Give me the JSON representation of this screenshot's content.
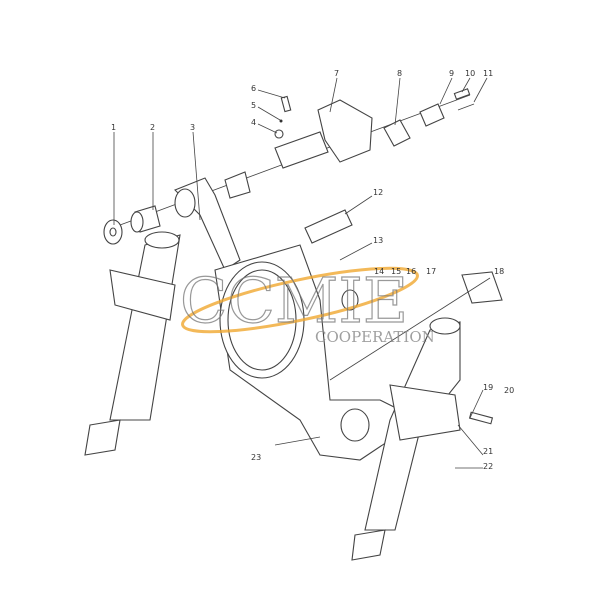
{
  "diagram": {
    "title": "Steering knuckle / axle support exploded parts diagram",
    "callouts": [
      "1",
      "2",
      "3",
      "4",
      "5",
      "6",
      "7",
      "8",
      "9",
      "10",
      "11",
      "12",
      "13",
      "14",
      "15",
      "16",
      "17",
      "18",
      "19",
      "20",
      "21",
      "22",
      "23"
    ]
  },
  "watermark": {
    "brand": "CCMIE",
    "subtitle": "COOPERATION",
    "accent": "#f0a830"
  }
}
